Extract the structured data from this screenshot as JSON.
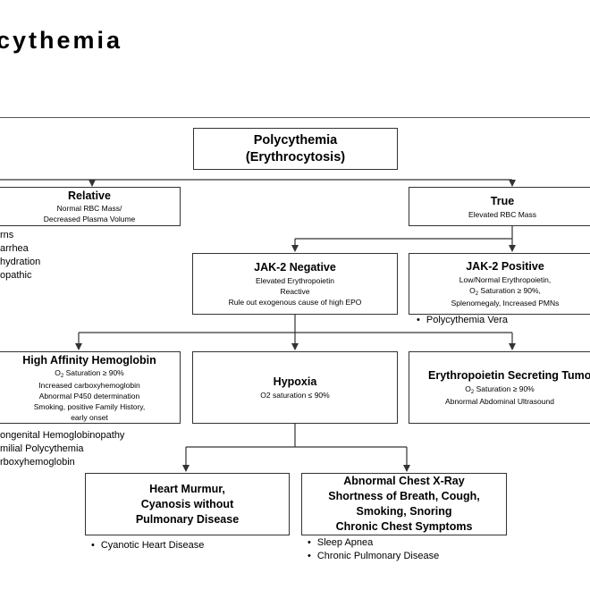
{
  "title": "cythemia",
  "root": {
    "line1": "Polycythemia",
    "line2": "(Erythrocytosis)"
  },
  "relative": {
    "title": "Relative",
    "l1": "Normal RBC Mass/",
    "l2": "Decreased Plasma Volume",
    "causes": [
      "rns",
      "arrhea",
      "hydration",
      "opathic"
    ]
  },
  "true_box": {
    "title": "True",
    "l1": "Elevated RBC Mass"
  },
  "jak_neg": {
    "title": "JAK-2 Negative",
    "l1": "Elevated Erythropoietin",
    "l2": "Reactive",
    "l3": "Rule out exogenous cause of high  EPO"
  },
  "jak_pos": {
    "title": "JAK-2 Positive",
    "l1": "Low/Normal Erythropoietin,",
    "l2_pre": "O",
    "l2_sub": "2",
    "l2_post": " Saturation ≥ 90%,",
    "l3": "Splenomegaly, Increased PMNs",
    "bullets": [
      "Polycythemia Vera"
    ]
  },
  "high_affinity": {
    "title": "High Affinity Hemoglobin",
    "l1_pre": "O",
    "l1_sub": "2",
    "l1_post": " Saturation ≥ 90%",
    "l2": "Increased carboxyhemoglobin",
    "l3": "Abnormal P450 determination",
    "l4": "Smoking, positive Family History,",
    "l5": "early onset",
    "causes": [
      "ongenital Hemoglobinopathy",
      "milial Polycythemia",
      "rboxyhemoglobin"
    ]
  },
  "hypoxia": {
    "title": "Hypoxia",
    "l1": "O2 saturation ≤ 90%"
  },
  "epo_tumor": {
    "title": "Erythropoietin Secreting Tumo",
    "l1_pre": "O",
    "l1_sub": "2",
    "l1_post": " Saturation ≥ 90%",
    "l2": "Abnormal Abdominal Ultrasound"
  },
  "heart": {
    "l1": "Heart Murmur,",
    "l2": "Cyanosis without",
    "l3": "Pulmonary Disease",
    "bullets": [
      "Cyanotic Heart Disease"
    ]
  },
  "chest": {
    "l1": "Abnormal Chest X-Ray",
    "l2": "Shortness of Breath, Cough,",
    "l3": "Smoking, Snoring",
    "l4": "Chronic Chest Symptoms",
    "bullets": [
      "Sleep Apnea",
      "Chronic Pulmonary Disease"
    ]
  }
}
